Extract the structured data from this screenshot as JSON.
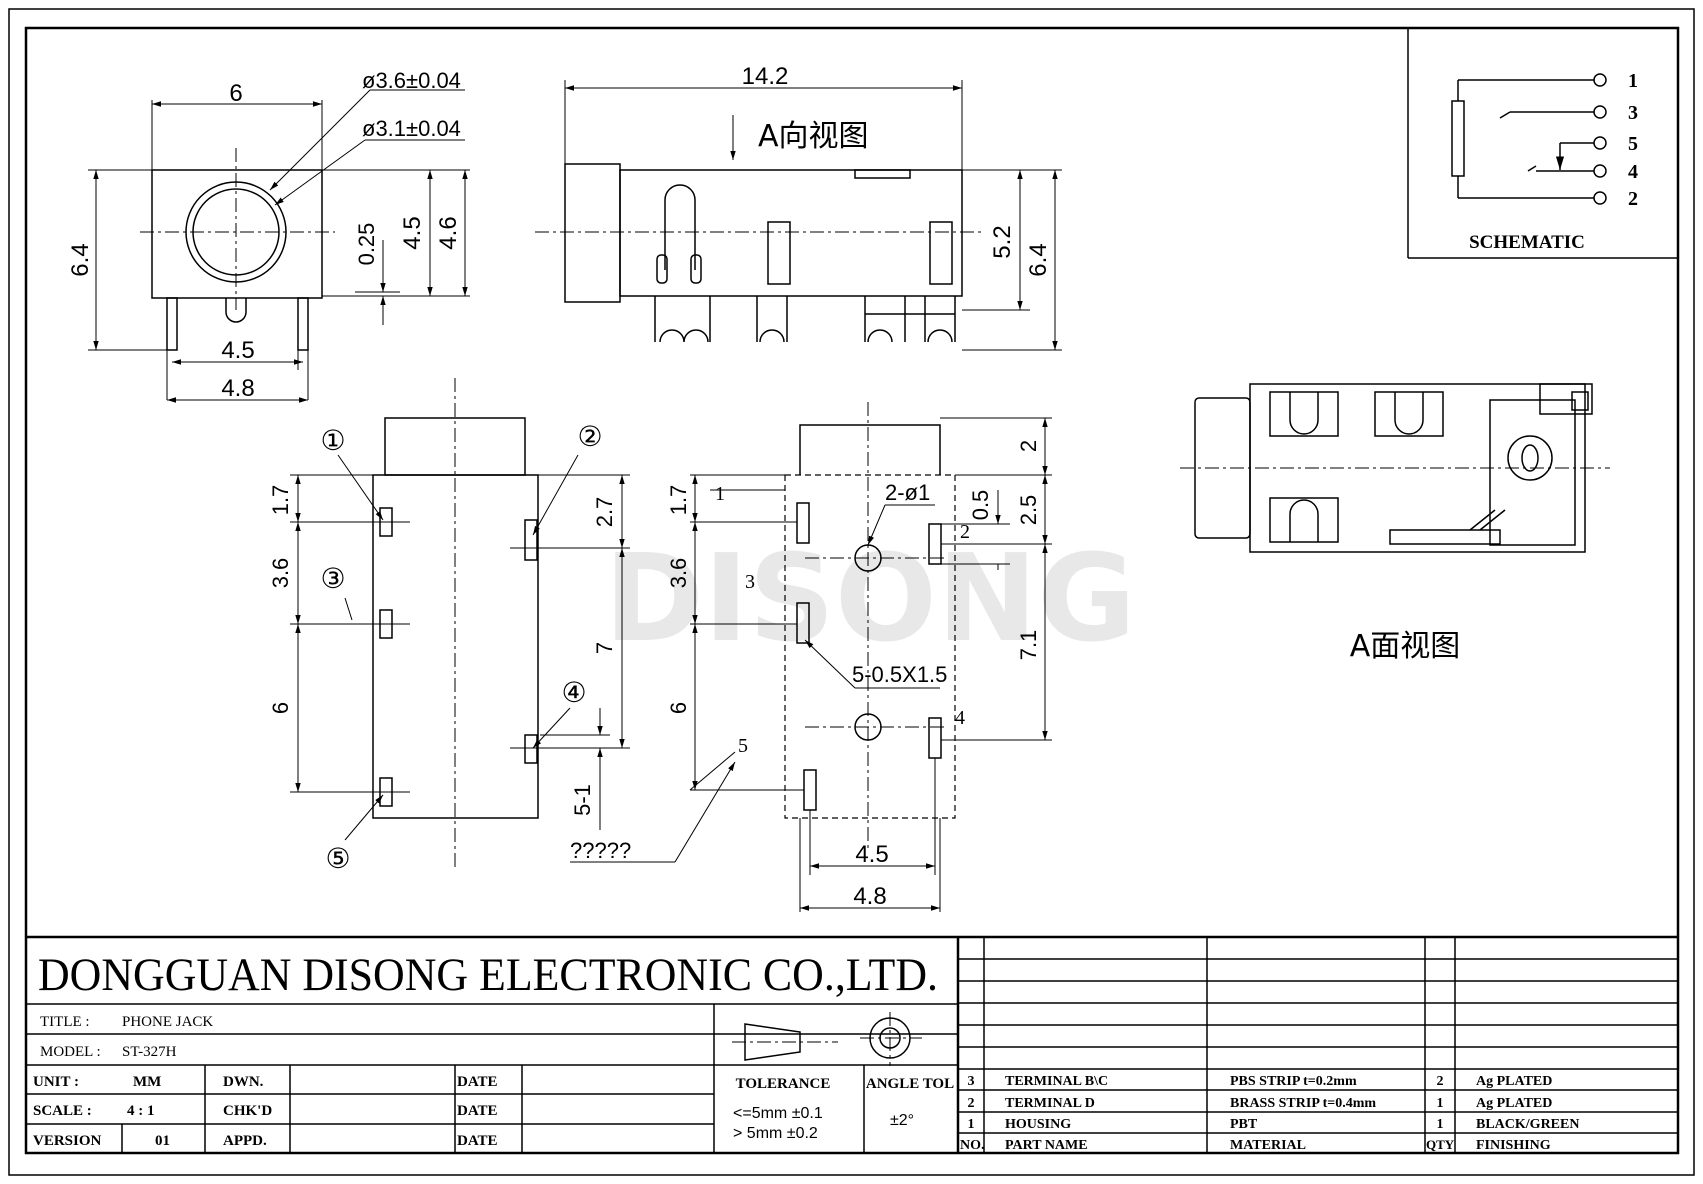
{
  "watermark": "DISONG",
  "schematic": {
    "title": "SCHEMATIC",
    "pins": [
      "1",
      "3",
      "5",
      "4",
      "2"
    ]
  },
  "views": {
    "a_direction": "A向视图",
    "a_face": "A面视图"
  },
  "top_dims": {
    "width": "6",
    "dia_outer": "ø3.6±0.04",
    "dia_inner": "ø3.1±0.04",
    "height_left": "6.4",
    "offset": "0.25",
    "h45": "4.5",
    "h46": "4.6",
    "pin_45": "4.5",
    "pin_48": "4.8"
  },
  "side_dims": {
    "length": "14.2",
    "h52": "5.2",
    "h64": "6.4"
  },
  "bottom_left": {
    "labels": [
      "①",
      "②",
      "③",
      "④",
      "⑤"
    ],
    "d17": "1.7",
    "d36": "3.6",
    "d6": "6",
    "d27": "2.7",
    "d7": "7",
    "d51": "5-1",
    "note": "?????"
  },
  "bottom_center": {
    "pins": [
      "1",
      "2",
      "3",
      "4",
      "5"
    ],
    "d17": "1.7",
    "d36": "3.6",
    "d6": "6",
    "holes": "2-ø1",
    "slots": "5-0.5X1.5",
    "d05": "0.5",
    "d2": "2",
    "d25": "2.5",
    "d71": "7.1",
    "d45": "4.5",
    "d48": "4.8"
  },
  "title_block": {
    "company": "DONGGUAN DISONG ELECTRONIC CO.,LTD.",
    "title_label": "TITLE  :",
    "title_value": "PHONE JACK",
    "model_label": "MODEL  :",
    "model_value": "ST-327H",
    "unit_label": "UNIT  :",
    "unit_value": "MM",
    "scale_label": "SCALE  :",
    "scale_value": "4 : 1",
    "version_label": "VERSION",
    "version_value": "01",
    "dwn": "DWN.",
    "chkd": "CHK'D",
    "appd": "APPD.",
    "date": "DATE",
    "tolerance": "TOLERANCE",
    "tol1": "<=5mm  ±0.1",
    "tol2": "> 5mm  ±0.2",
    "angle_tol": "ANGLE TOL",
    "angle_value": "±2°"
  },
  "bom": {
    "headers": {
      "no": "NO.",
      "part": "PART  NAME",
      "material": "MATERIAL",
      "qty": "QTY",
      "finishing": "FINISHING"
    },
    "rows": [
      {
        "no": "3",
        "part": "TERMINAL B\\C",
        "material": "PBS STRIP  t=0.2mm",
        "qty": "2",
        "finishing": "Ag PLATED"
      },
      {
        "no": "2",
        "part": "TERMINAL D",
        "material": "BRASS STRIP  t=0.4mm",
        "qty": "1",
        "finishing": "Ag PLATED"
      },
      {
        "no": "1",
        "part": "HOUSING",
        "material": "PBT",
        "qty": "1",
        "finishing": "BLACK/GREEN"
      }
    ]
  }
}
